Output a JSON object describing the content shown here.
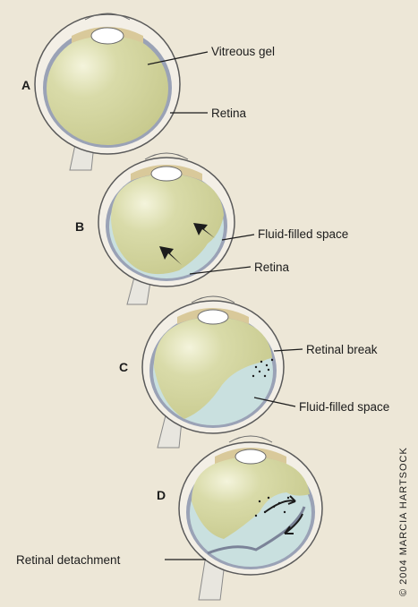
{
  "panels": [
    {
      "letter": "A",
      "labels": [
        "Vitreous gel",
        "Retina"
      ]
    },
    {
      "letter": "B",
      "labels": [
        "Fluid-filled space",
        "Retina"
      ]
    },
    {
      "letter": "C",
      "labels": [
        "Retinal break",
        "Fluid-filled space"
      ]
    },
    {
      "letter": "D",
      "labels": [
        "Retinal detachment"
      ]
    }
  ],
  "credit": "© 2004 MARCIA HARTSOCK",
  "colors": {
    "background": "#ede7d7",
    "gel": "#d5d7a3",
    "fluid": "#c9e0df",
    "sclera": "#f3efe6",
    "choroid": "#9aa2b6",
    "lens": "#ffffff",
    "lines": "#1c1c1c"
  }
}
